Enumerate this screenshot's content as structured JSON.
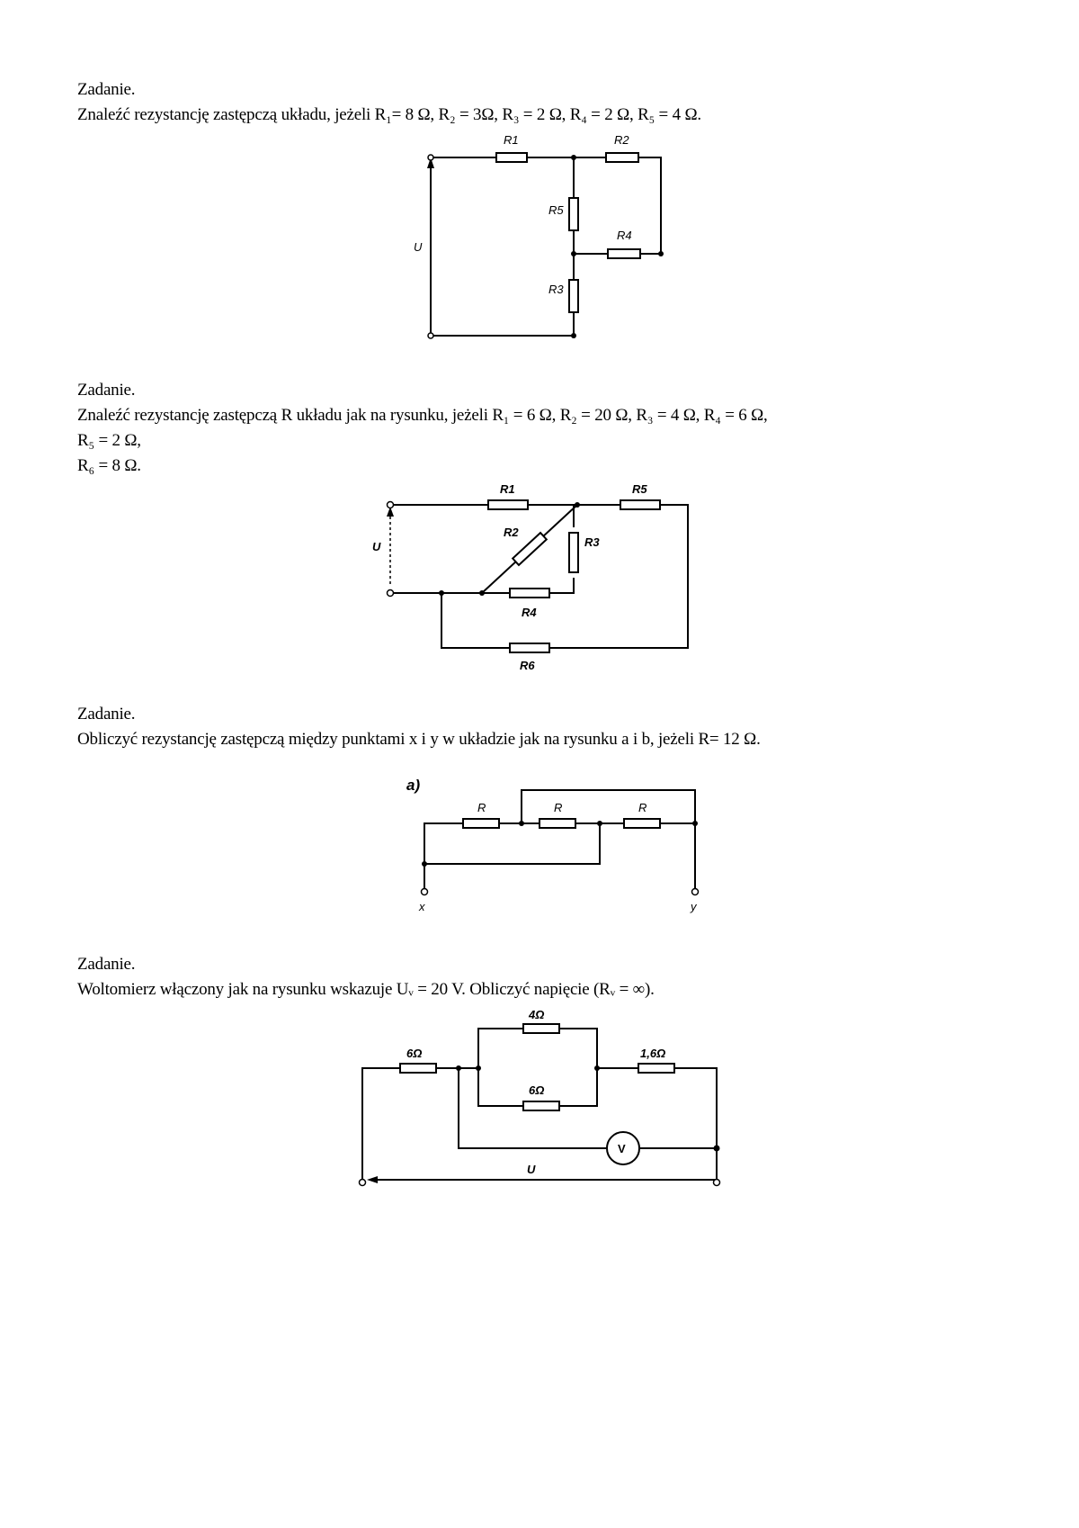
{
  "tasks": [
    {
      "heading": "Zadanie.",
      "lines": [
        "Znaleźć rezystancję zastępczą układu, jeżeli R₁= 8 Ω, R₂ = 3Ω,  R₃ = 2 Ω, R₄ = 2 Ω, R₅ = 4 Ω."
      ],
      "figure": {
        "labels": [
          "R1",
          "R2",
          "R5",
          "R4",
          "R3",
          "U"
        ]
      }
    },
    {
      "heading": "Zadanie.",
      "lines": [
        "Znaleźć rezystancję zastępczą   R   układu jak na rysunku, jeżeli R₁ = 6 Ω, R₂ = 20 Ω, R₃ = 4 Ω, R₄ = 6 Ω,",
        "R₅ = 2 Ω,",
        "R₆ = 8 Ω."
      ],
      "figure": {
        "labels": [
          "R1",
          "R5",
          "R2",
          "R3",
          "U",
          "R4",
          "R6"
        ]
      }
    },
    {
      "heading": "Zadanie.",
      "lines": [
        "Obliczyć rezystancję zastępczą między punktami x i y w układzie jak na rysunku a i b, jeżeli R=  12 Ω."
      ],
      "figure": {
        "labels": [
          "a)",
          "R",
          "R",
          "R",
          "x",
          "y"
        ]
      }
    },
    {
      "heading": "Zadanie.",
      "lines": [
        "Woltomierz włączony jak na rysunku wskazuje Uᵥ = 20 V. Obliczyć napięcie (Rᵥ = ∞)."
      ],
      "figure": {
        "labels": [
          "4Ω",
          "6Ω",
          "1,6Ω",
          "6Ω",
          "V",
          "U"
        ]
      }
    }
  ]
}
